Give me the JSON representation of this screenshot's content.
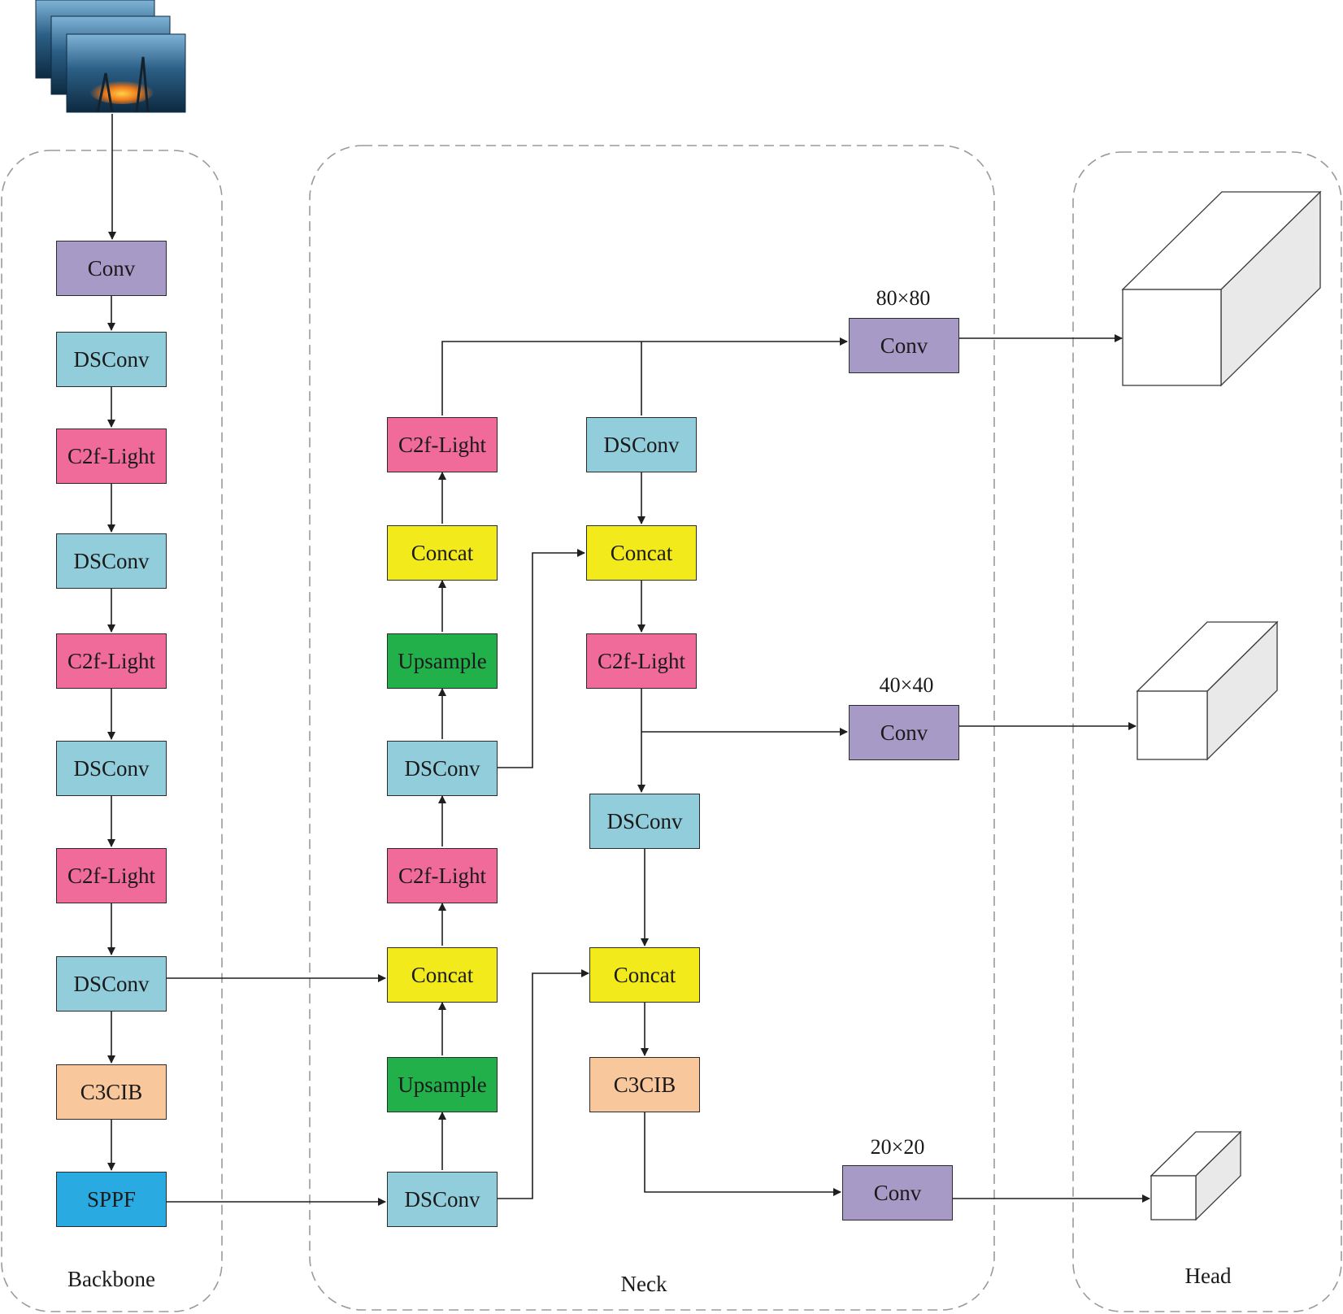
{
  "colors": {
    "conv": "#a89ac6",
    "dsconv": "#92cddb",
    "c2f_light": "#f06b9a",
    "c3cib": "#f9c79c",
    "sppf": "#29abe2",
    "concat": "#f3ea1c",
    "upsample": "#22b04b",
    "line": "#1f1f1f",
    "dash": "#9a9a9a"
  },
  "input_image": {
    "icon": "forest-fire-image-stack-icon"
  },
  "regions": {
    "backbone": "Backbone",
    "neck": "Neck",
    "head": "Head"
  },
  "backbone": {
    "conv": "Conv",
    "dsconv1": "DSConv",
    "c2f1": "C2f-Light",
    "dsconv2": "DSConv",
    "c2f2": "C2f-Light",
    "dsconv3": "DSConv",
    "c2f3": "C2f-Light",
    "dsconv4": "DSConv",
    "c3cib": "C3CIB",
    "sppf": "SPPF"
  },
  "neck": {
    "dsconv_bottom": "DSConv",
    "upsample_low": "Upsample",
    "concat_low": "Concat",
    "c2f_mid": "C2f-Light",
    "dsconv_mid": "DSConv",
    "upsample_high": "Upsample",
    "concat_high": "Concat",
    "c2f_top": "C2f-Light",
    "dsconv_right_top": "DSConv",
    "concat_right_top": "Concat",
    "c2f_right": "C2f-Light",
    "dsconv_right_mid": "DSConv",
    "concat_right_low": "Concat",
    "c3cib_right": "C3CIB"
  },
  "head": {
    "conv_80": "Conv",
    "size_80": "80×80",
    "conv_40": "Conv",
    "size_40": "40×40",
    "conv_20": "Conv",
    "size_20": "20×20"
  }
}
